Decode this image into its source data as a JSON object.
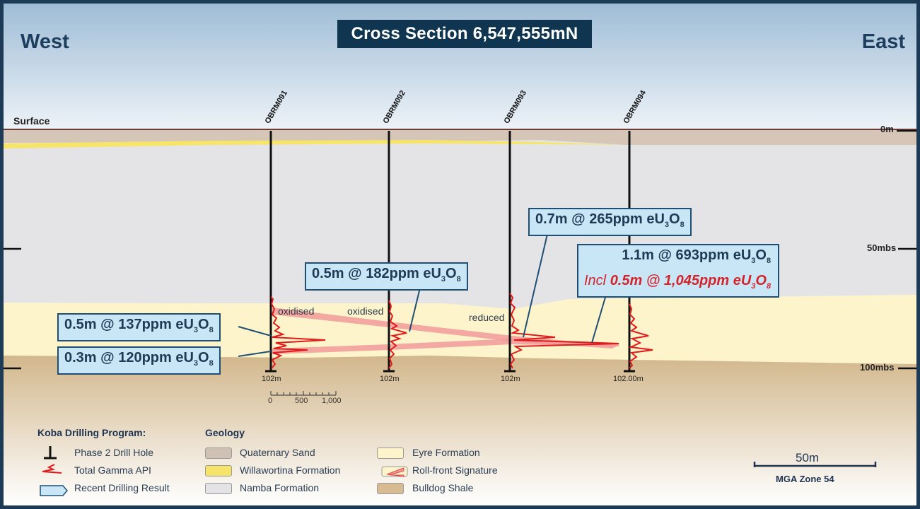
{
  "title": "Cross Section 6,547,555mN",
  "west_label": "West",
  "east_label": "East",
  "surface_label": "Surface",
  "depth_ticks": [
    "0m",
    "50mbs",
    "100mbs"
  ],
  "drill_holes": [
    {
      "name": "OBRM091",
      "depth": "102m"
    },
    {
      "name": "OBRM092",
      "depth": "102m"
    },
    {
      "name": "OBRM093",
      "depth": "102m"
    },
    {
      "name": "OBRM094",
      "depth": "102.00m"
    }
  ],
  "gamma_scale": [
    "0",
    "500",
    "1,000"
  ],
  "states": [
    "oxidised",
    "oxidised",
    "reduced"
  ],
  "results": [
    {
      "text": "0.5m @ 137ppm eU",
      "sub": "3",
      "o": "O",
      "sub2": "8"
    },
    {
      "text": "0.3m @ 120ppm eU",
      "sub": "3",
      "o": "O",
      "sub2": "8"
    },
    {
      "text": "0.5m @ 182ppm eU",
      "sub": "3",
      "o": "O",
      "sub2": "8"
    },
    {
      "text": "0.7m @ 265ppm eU",
      "sub": "3",
      "o": "O",
      "sub2": "8"
    },
    {
      "text": "1.1m @ 693ppm eU",
      "sub": "3",
      "o": "O",
      "sub2": "8"
    }
  ],
  "incl": {
    "prefix": "Incl",
    "text": "0.5m @ 1,045ppm eU",
    "sub": "3",
    "o": "O",
    "sub2": "8"
  },
  "legend": {
    "program_title": "Koba Drilling Program:",
    "program_items": [
      "Phase 2 Drill Hole",
      "Total Gamma API",
      "Recent Drilling Result"
    ],
    "geology_title": "Geology",
    "geology_items": [
      {
        "label": "Quaternary Sand",
        "color": "#cfc1b4"
      },
      {
        "label": "Willawortina Formation",
        "color": "#f5e36a"
      },
      {
        "label": "Namba Formation",
        "color": "#e4e4e6"
      },
      {
        "label": "Eyre Formation",
        "color": "#fdf4cc"
      },
      {
        "label": "Roll-front Signature",
        "color": "#f29c9c"
      },
      {
        "label": "Bulldog Shale",
        "color": "#d7bc93"
      }
    ]
  },
  "scale_bar": {
    "label": "50m",
    "zone": "MGA Zone 54"
  },
  "colors": {
    "title_bg": "#0f3551",
    "callout_bg": "#c9e6f6",
    "gamma": "#e01b1b",
    "incl_text": "#d4242b"
  }
}
